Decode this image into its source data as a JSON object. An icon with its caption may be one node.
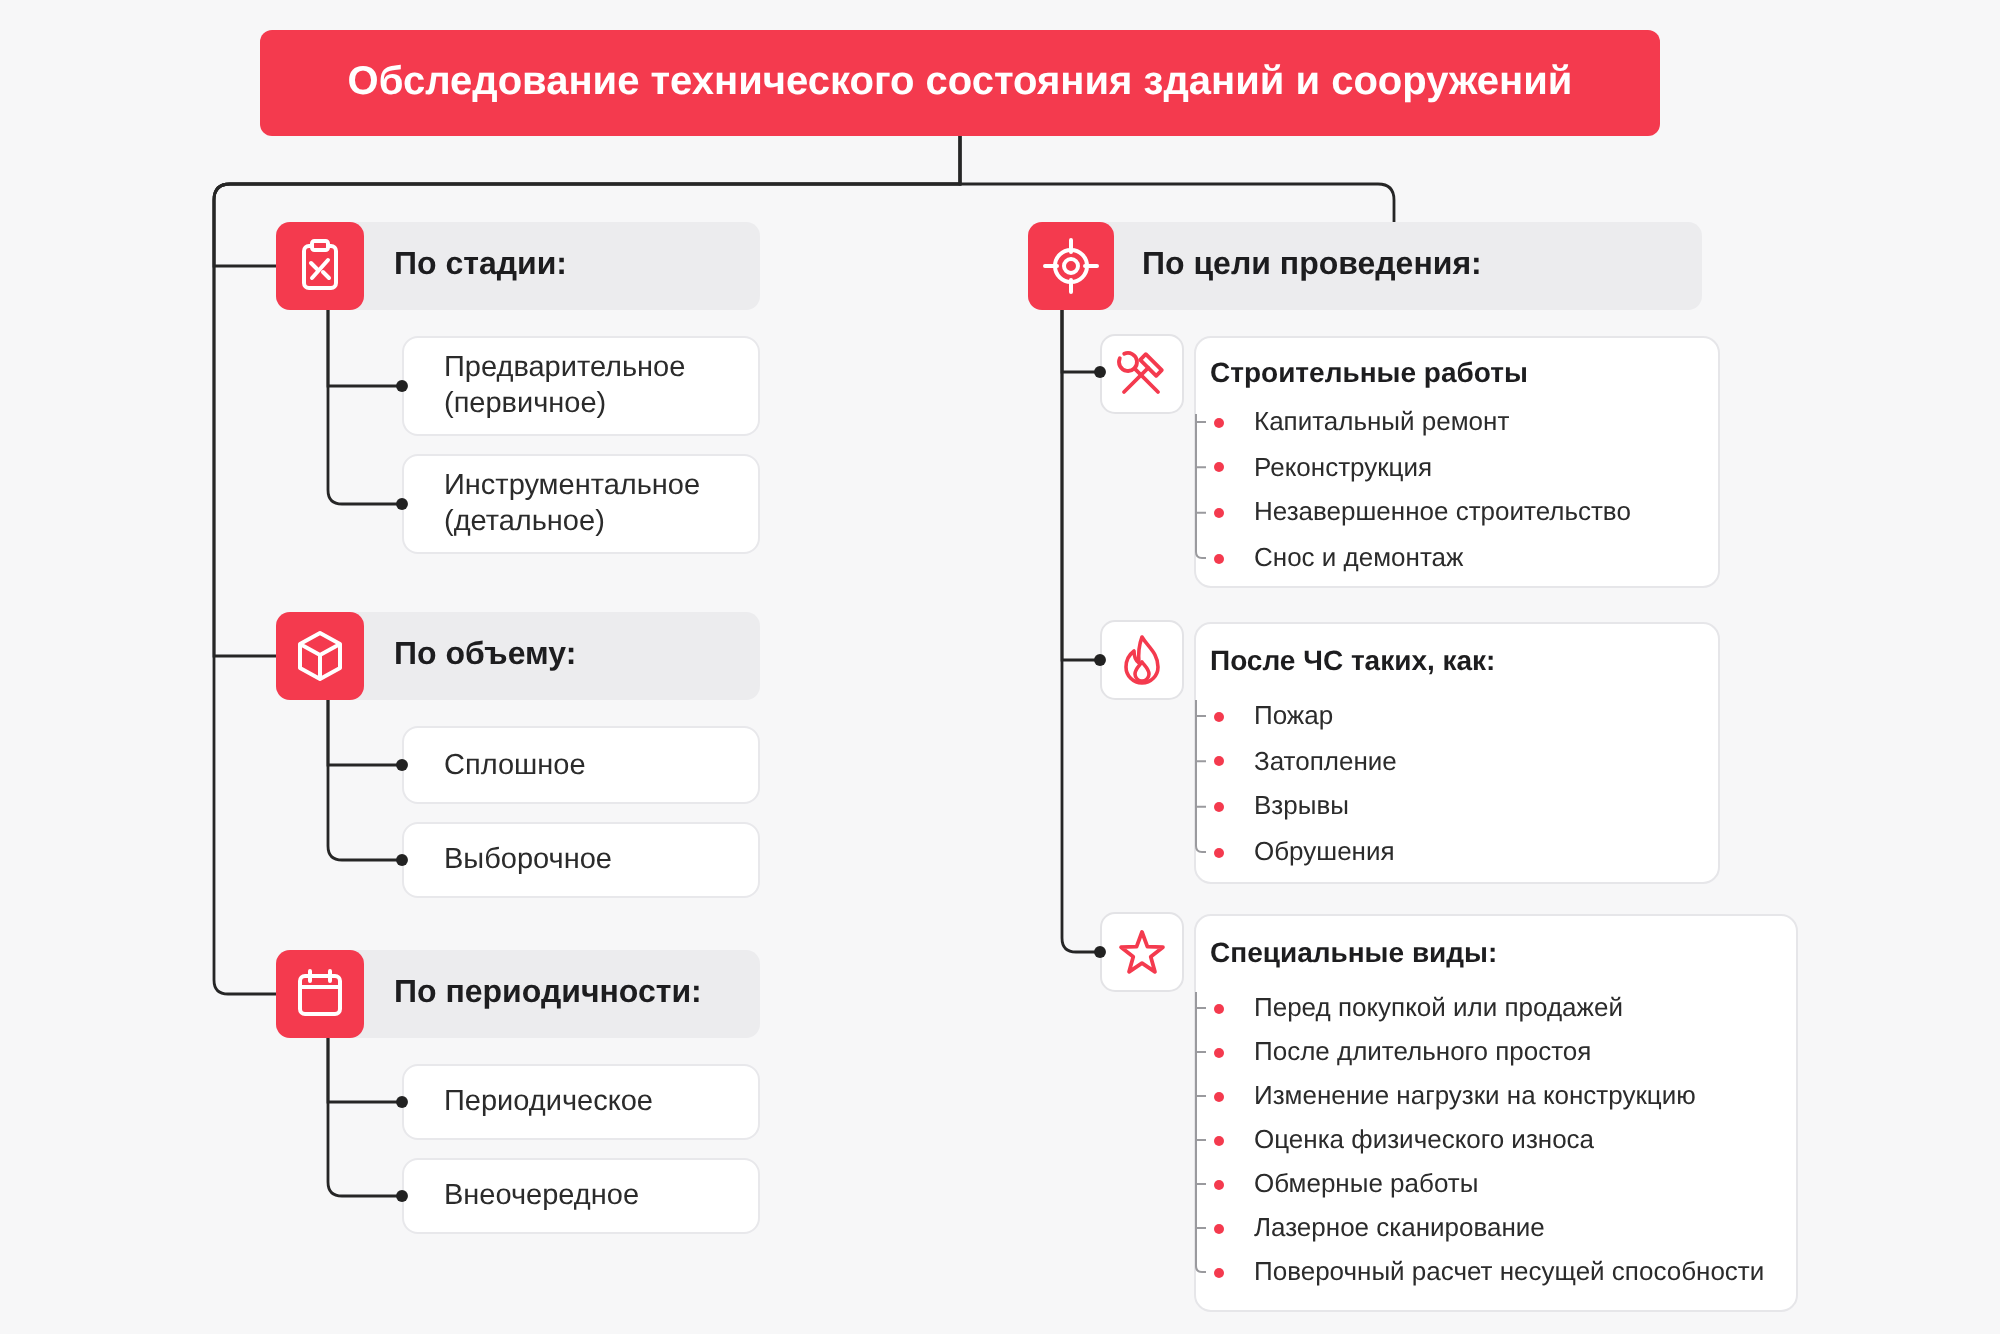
{
  "diagram": {
    "nodes": [
      {
        "text": [
          "Обследование технического состояния зданий и сооружений"
        ]
      },
      {
        "text": [
          "По стадии:"
        ]
      },
      {
        "text": [
          "Предварительное (первичное)"
        ]
      },
      {
        "text": [
          "Инструментальное (детальное)"
        ]
      },
      {
        "text": [
          "По объему:"
        ]
      },
      {
        "text": [
          "Сплошное"
        ]
      },
      {
        "text": [
          "Выборочное"
        ]
      },
      {
        "text": [
          "По периодичности:"
        ]
      },
      {
        "text": [
          "Периодическое"
        ]
      },
      {
        "text": [
          "Внеочередное"
        ]
      },
      {
        "text": [
          "По цели проведения:"
        ]
      },
      {
        "text": [
          "Строительные работы",
          "Капитальный ремонт",
          "Реконструкция",
          "Незавершенное строительство",
          "Снос и демонтаж"
        ]
      },
      {
        "text": [
          "После ЧС таких, как:",
          "Пожар",
          "Затопление",
          "Взрывы",
          "Обрушения"
        ]
      },
      {
        "text": [
          "Специальные виды:",
          "Перед покупкой или продажей",
          "После длительного простоя",
          "Изменение нагрузки на конструкцию",
          "Оценка физического износа",
          "Обмерные работы",
          "Лазерное сканирование",
          "Поверочный расчет несущей способности"
        ]
      }
    ],
    "edges": [
      {
        "from": 0,
        "to": 1,
        "arrow": "none"
      },
      {
        "from": 0,
        "to": 4,
        "arrow": "none"
      },
      {
        "from": 0,
        "to": 7,
        "arrow": "none"
      },
      {
        "from": 0,
        "to": 10,
        "arrow": "none"
      },
      {
        "from": 1,
        "to": 2,
        "arrow": "other"
      },
      {
        "from": 1,
        "to": 3,
        "arrow": "other"
      },
      {
        "from": 4,
        "to": 5,
        "arrow": "other"
      },
      {
        "from": 4,
        "to": 6,
        "arrow": "other"
      },
      {
        "from": 7,
        "to": 8,
        "arrow": "other"
      },
      {
        "from": 7,
        "to": 9,
        "arrow": "other"
      },
      {
        "from": 10,
        "to": 11,
        "arrow": "other"
      },
      {
        "from": 10,
        "to": 12,
        "arrow": "other"
      },
      {
        "from": 10,
        "to": 13,
        "arrow": "other"
      }
    ]
  }
}
